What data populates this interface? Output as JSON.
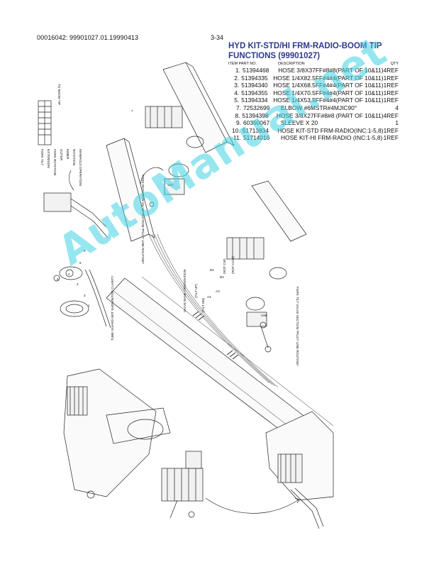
{
  "header": {
    "doc_id": "00016042: 99901027.01.19990413",
    "page": "3-34"
  },
  "title": "HYD KIT-STD/HI FRM-RADIO-BOOM TIP FUNCTIONS (99901027)",
  "parts_table": {
    "headers": {
      "item": "ITEM PART NO.",
      "desc": "DESCRIPTION",
      "qty": "QTY"
    },
    "rows": [
      {
        "no": "1.",
        "part": "51394468",
        "desc": "HOSE 3/8X37FF#8#8(PART OF 10&11)",
        "qty": "4REF"
      },
      {
        "no": "2.",
        "part": "51394335",
        "desc": "HOSE 1/4X82.5FF#4#4(PART OF 10&11)",
        "qty": "1REF"
      },
      {
        "no": "3.",
        "part": "51394340",
        "desc": "HOSE 1/4X68.5FF#4#4(PART OF 10&11)",
        "qty": "1REF"
      },
      {
        "no": "4.",
        "part": "51394355",
        "desc": "HOSE 1/4X70.5FF#4#4(PART OF 10&11)",
        "qty": "1REF"
      },
      {
        "no": "5.",
        "part": "51394334",
        "desc": "HOSE 1/4X53.5FF#4#4(PART OF 10&11)",
        "qty": "1REF"
      },
      {
        "no": "7.",
        "part": "72532699",
        "desc": "ELBOW #6MSTR#4MJIC90°",
        "qty": "4"
      },
      {
        "no": "8.",
        "part": "51394398",
        "desc": "HOSE 3/8X27FF#8#8 (PART OF 10&11)",
        "qty": "4REF"
      },
      {
        "no": "9.",
        "part": "60350067",
        "desc": "SLEEVE X 20",
        "qty": "1"
      },
      {
        "no": "10.",
        "part": "51713834",
        "desc": "HOSE KIT-STD FRM-RADIO(INC:1-5,8)",
        "qty": "1REF"
      },
      {
        "no": "11.",
        "part": "51714016",
        "desc": "HOSE KIT-HI FRM-RADIO (INC:1-5,8)",
        "qty": "1REF"
      }
    ]
  },
  "diagram_labels": {
    "fork_rotation_section": "FORK ROTATION VALVE SECTION *PILOT LINE ROUTING*",
    "fork_tilt_section": "FORK TILT VALVE SECTION *PILOT LINE ROUTING*",
    "tube_guard": "TUBE GUARD NOT SHOWN FOR CLARITY",
    "valve_bank": "VALVE BANK ORIENTATION",
    "tilt_up": "(TILT UP)",
    "tilt_dn": "(TILT DN)",
    "rot_cw": "(ROT CW)",
    "rot_ccw": "(ROT CCW)",
    "to_boom_tip": "TO BOOM TIP",
    "legend_table": [
      "FORK TILT",
      "EXTENSION",
      "FORK ROTATION",
      "OUTER",
      "INNER",
      "ROTATION",
      "MANIFOLD OPERATION"
    ]
  },
  "callouts": [
    "7",
    "9",
    "8",
    "4",
    "5",
    "2",
    "3",
    "1",
    "B3",
    "B4",
    "A3",
    "A4",
    "V4A",
    "V4B"
  ],
  "watermark": "AutoManual.net"
}
